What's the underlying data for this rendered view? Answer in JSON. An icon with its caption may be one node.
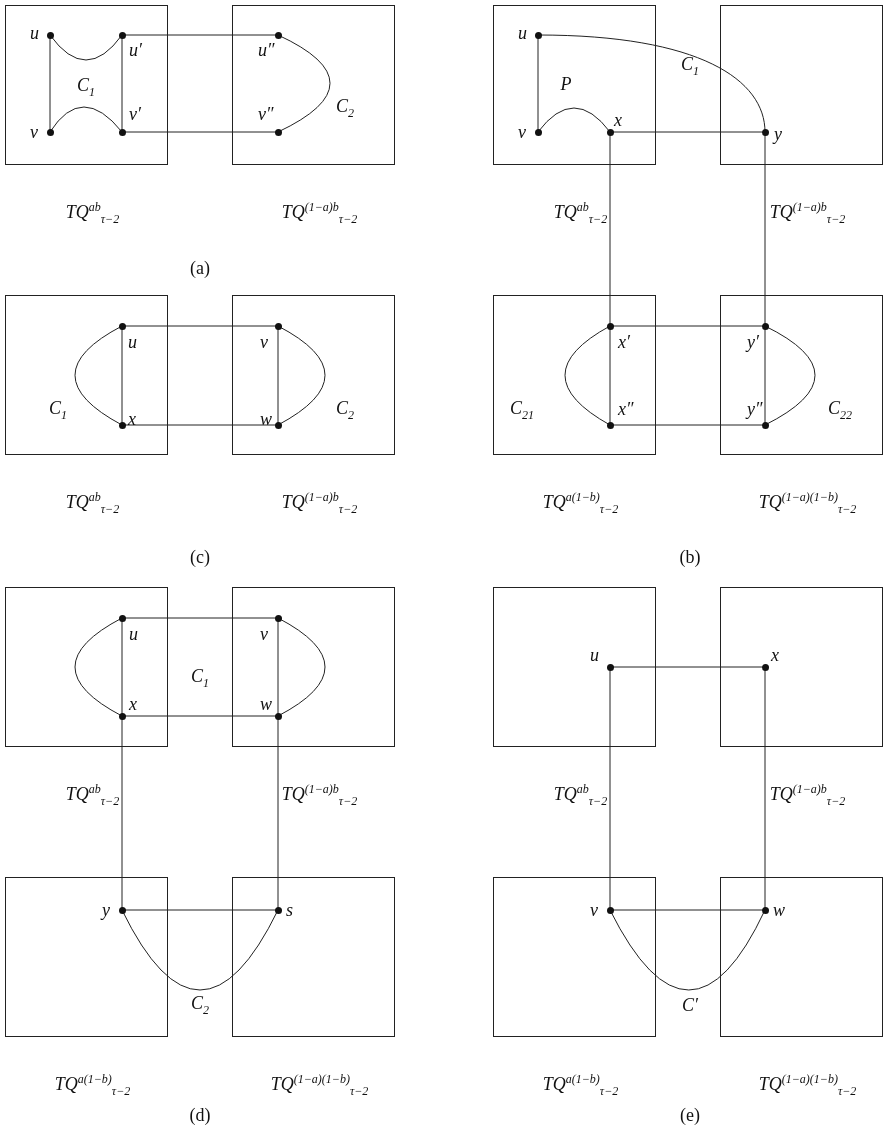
{
  "diagram": {
    "nodes": [
      {
        "text": [
          "TQ$^{ab}$$_{τ−2}$"
        ]
      },
      {
        "text": [
          "TQ$^{(1−a)b}$$_{τ−2}$"
        ]
      },
      {
        "text": [
          "TQ$^{ab}$$_{τ−2}$"
        ]
      },
      {
        "text": [
          "TQ$^{(1−a)b}$$_{τ−2}$"
        ]
      },
      {
        "text": [
          "TQ$^{ab}$$_{τ−2}$"
        ]
      },
      {
        "text": [
          "TQ$^{(1−a)b}$$_{τ−2}$"
        ]
      },
      {
        "text": [
          "TQ$^{a(1−b)}$$_{τ−2}$"
        ]
      },
      {
        "text": [
          "TQ$^{(1−a)(1−b)}$$_{τ−2}$"
        ]
      },
      {
        "text": [
          "TQ$^{ab}$$_{τ−2}$"
        ]
      },
      {
        "text": [
          "TQ$^{(1−a)b}$$_{τ−2}$"
        ]
      },
      {
        "text": [
          "TQ$^{ab}$$_{τ−2}$"
        ]
      },
      {
        "text": [
          "TQ$^{(1−a)b}$$_{τ−2}$"
        ]
      },
      {
        "text": [
          "TQ$^{a(1−b)}$$_{τ−2}$"
        ]
      },
      {
        "text": [
          "TQ$^{(1−a)(1−b)}$$_{τ−2}$"
        ]
      },
      {
        "text": [
          "TQ$^{a(1−b)}$$_{τ−2}$"
        ]
      },
      {
        "text": [
          "TQ$^{(1−a)(1−b)}$$_{τ−2}$"
        ]
      },
      {
        "text": [
          "u"
        ],
        "in": 0
      },
      {
        "text": [
          "v"
        ],
        "in": 0
      },
      {
        "text": [
          "u′"
        ],
        "in": 0
      },
      {
        "text": [
          "v′"
        ],
        "in": 0
      },
      {
        "text": [
          "u″"
        ],
        "in": 1
      },
      {
        "text": [
          "v″"
        ],
        "in": 1
      },
      {
        "text": [
          "u"
        ],
        "in": 2
      },
      {
        "text": [
          "v"
        ],
        "in": 2
      },
      {
        "text": [
          "x"
        ],
        "in": 2
      },
      {
        "text": [
          "y"
        ],
        "in": 3
      },
      {
        "text": [
          "u"
        ],
        "in": 4
      },
      {
        "text": [
          "x"
        ],
        "in": 4
      },
      {
        "text": [
          "v"
        ],
        "in": 5
      },
      {
        "text": [
          "w"
        ],
        "in": 5
      },
      {
        "text": [
          "x′"
        ],
        "in": 6
      },
      {
        "text": [
          "x″"
        ],
        "in": 6
      },
      {
        "text": [
          "y′"
        ],
        "in": 7
      },
      {
        "text": [
          "y″"
        ],
        "in": 7
      },
      {
        "text": [
          "u"
        ],
        "in": 8
      },
      {
        "text": [
          "x"
        ],
        "in": 8
      },
      {
        "text": [
          "v"
        ],
        "in": 9
      },
      {
        "text": [
          "w"
        ],
        "in": 9
      },
      {
        "text": [
          "u"
        ],
        "in": 10
      },
      {
        "text": [
          "x"
        ],
        "in": 11
      },
      {
        "text": [
          "y"
        ],
        "in": 12
      },
      {
        "text": [
          "s"
        ],
        "in": 13
      },
      {
        "text": [
          "v"
        ],
        "in": 14
      },
      {
        "text": [
          "w"
        ],
        "in": 15
      }
    ],
    "edges": [
      {
        "from": 16,
        "to": 17,
        "arrow": "none"
      },
      {
        "from": 16,
        "to": 18,
        "arrow": "none"
      },
      {
        "from": 17,
        "to": 19,
        "arrow": "none"
      },
      {
        "from": 18,
        "to": 19,
        "arrow": "none"
      },
      {
        "from": 18,
        "to": 20,
        "arrow": "none"
      },
      {
        "from": 19,
        "to": 21,
        "arrow": "none"
      },
      {
        "from": 20,
        "to": 21,
        "arrow": "none"
      },
      {
        "from": 22,
        "to": 23,
        "arrow": "none"
      },
      {
        "from": 23,
        "to": 24,
        "arrow": "none"
      },
      {
        "from": 22,
        "to": 25,
        "arrow": "none"
      },
      {
        "from": 24,
        "to": 25,
        "arrow": "none"
      },
      {
        "from": 24,
        "to": 30,
        "arrow": "none"
      },
      {
        "from": 25,
        "to": 32,
        "arrow": "none"
      },
      {
        "from": 30,
        "to": 31,
        "arrow": "none"
      },
      {
        "from": 30,
        "to": 31,
        "arrow": "none"
      },
      {
        "from": 30,
        "to": 32,
        "arrow": "none"
      },
      {
        "from": 31,
        "to": 33,
        "arrow": "none"
      },
      {
        "from": 32,
        "to": 33,
        "arrow": "none"
      },
      {
        "from": 32,
        "to": 33,
        "arrow": "none"
      },
      {
        "from": 26,
        "to": 27,
        "arrow": "none"
      },
      {
        "from": 26,
        "to": 27,
        "arrow": "none"
      },
      {
        "from": 26,
        "to": 28,
        "arrow": "none"
      },
      {
        "from": 27,
        "to": 29,
        "arrow": "none"
      },
      {
        "from": 28,
        "to": 29,
        "arrow": "none"
      },
      {
        "from": 28,
        "to": 29,
        "arrow": "none"
      },
      {
        "from": 34,
        "to": 35,
        "arrow": "none"
      },
      {
        "from": 34,
        "to": 35,
        "arrow": "none"
      },
      {
        "from": 34,
        "to": 36,
        "arrow": "none"
      },
      {
        "from": 35,
        "to": 37,
        "arrow": "none"
      },
      {
        "from": 36,
        "to": 37,
        "arrow": "none"
      },
      {
        "from": 36,
        "to": 37,
        "arrow": "none"
      },
      {
        "from": 35,
        "to": 40,
        "arrow": "none"
      },
      {
        "from": 37,
        "to": 41,
        "arrow": "none"
      },
      {
        "from": 40,
        "to": 41,
        "arrow": "none"
      },
      {
        "from": 40,
        "to": 41,
        "arrow": "none"
      },
      {
        "from": 38,
        "to": 39,
        "arrow": "none"
      },
      {
        "from": 38,
        "to": 42,
        "arrow": "none"
      },
      {
        "from": 39,
        "to": 43,
        "arrow": "none"
      },
      {
        "from": 42,
        "to": 43,
        "arrow": "none"
      },
      {
        "from": 42,
        "to": 43,
        "arrow": "none"
      }
    ],
    "labels": [
      "C$_{1}$",
      "C$_{2}$",
      "P",
      "C$_{1}$",
      "(a)",
      "C$_{1}$",
      "C$_{2}$",
      "C$_{21}$",
      "C$_{22}$",
      "(c)",
      "(b)",
      "C$_{1}$",
      "C$_{2}$",
      "C′",
      "(d)",
      "(e)"
    ]
  }
}
